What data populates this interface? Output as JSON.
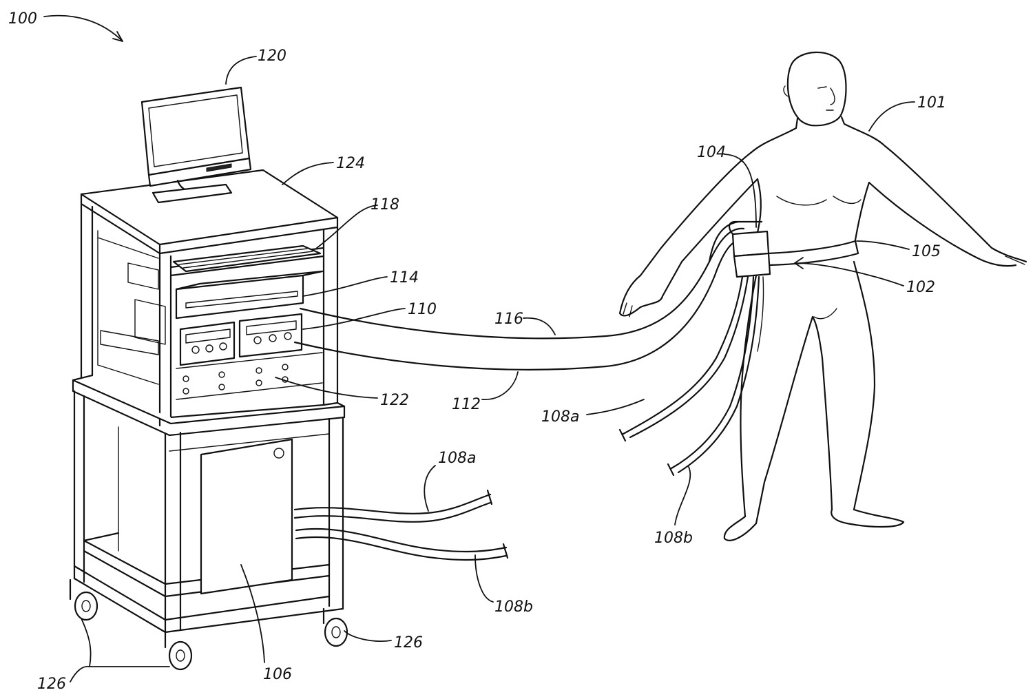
{
  "labels": {
    "system": "100",
    "subject": "101",
    "belt_unit": "102",
    "connector": "104",
    "belt": "105",
    "cabinet": "106",
    "tube_a_body": "108a",
    "tube_b_body": "108b",
    "tube_a_cart": "108a",
    "tube_b_cart": "108b",
    "module_110": "110",
    "cable_112": "112",
    "module_114": "114",
    "cable_116": "116",
    "keyboard": "118",
    "monitor": "120",
    "panel": "122",
    "cart": "124",
    "casters_right": "126",
    "casters_left": "126"
  }
}
